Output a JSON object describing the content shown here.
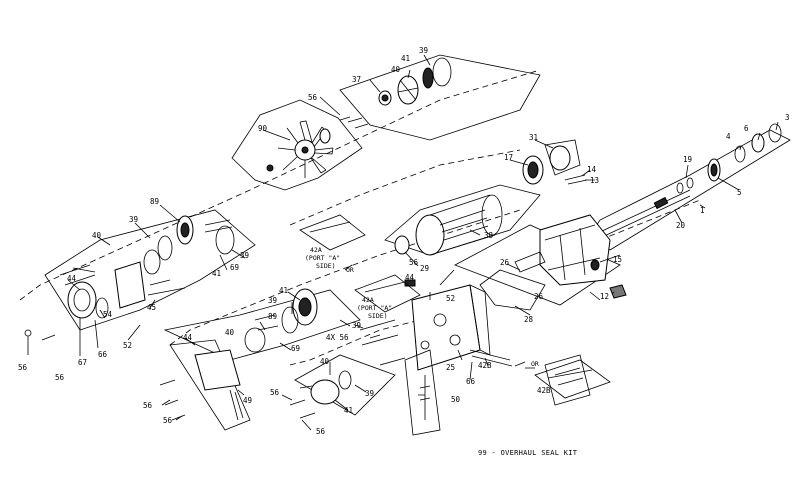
{
  "caption": "99 - OVERHAUL SEAL KIT",
  "callouts": [
    {
      "id": "c1",
      "text": "1"
    },
    {
      "id": "c3",
      "text": "3"
    },
    {
      "id": "c4",
      "text": "4"
    },
    {
      "id": "c5",
      "text": "5"
    },
    {
      "id": "c6",
      "text": "6"
    },
    {
      "id": "c12",
      "text": "12"
    },
    {
      "id": "c13",
      "text": "13"
    },
    {
      "id": "c14",
      "text": "14"
    },
    {
      "id": "c15",
      "text": "15"
    },
    {
      "id": "c17",
      "text": "17"
    },
    {
      "id": "c19",
      "text": "19"
    },
    {
      "id": "c20",
      "text": "20"
    },
    {
      "id": "c25",
      "text": "25"
    },
    {
      "id": "c26a",
      "text": "26"
    },
    {
      "id": "c26b",
      "text": "26"
    },
    {
      "id": "c28",
      "text": "28"
    },
    {
      "id": "c29",
      "text": "29"
    },
    {
      "id": "c31",
      "text": "31"
    },
    {
      "id": "c37",
      "text": "37"
    },
    {
      "id": "c38",
      "text": "38"
    },
    {
      "id": "c39a",
      "text": "39"
    },
    {
      "id": "c39b",
      "text": "39"
    },
    {
      "id": "c39c",
      "text": "39"
    },
    {
      "id": "c39d",
      "text": "39"
    },
    {
      "id": "c39e",
      "text": "39"
    },
    {
      "id": "c39f",
      "text": "39"
    },
    {
      "id": "c40a",
      "text": "40"
    },
    {
      "id": "c40b",
      "text": "40"
    },
    {
      "id": "c40c",
      "text": "40"
    },
    {
      "id": "c40d",
      "text": "40"
    },
    {
      "id": "c41a",
      "text": "41"
    },
    {
      "id": "c41b",
      "text": "41"
    },
    {
      "id": "c41c",
      "text": "41"
    },
    {
      "id": "c41d",
      "text": "41"
    },
    {
      "id": "c42b1",
      "text": "42B"
    },
    {
      "id": "c42b2",
      "text": "42B"
    },
    {
      "id": "c44a",
      "text": "44"
    },
    {
      "id": "c44b",
      "text": "44"
    },
    {
      "id": "c44c",
      "text": "44"
    },
    {
      "id": "c45",
      "text": "45"
    },
    {
      "id": "c49",
      "text": "49"
    },
    {
      "id": "c50",
      "text": "50"
    },
    {
      "id": "c52a",
      "text": "52"
    },
    {
      "id": "c52b",
      "text": "52"
    },
    {
      "id": "c54",
      "text": "54"
    },
    {
      "id": "c56a",
      "text": "56"
    },
    {
      "id": "c56b",
      "text": "56"
    },
    {
      "id": "c56c",
      "text": "56"
    },
    {
      "id": "c56d",
      "text": "56"
    },
    {
      "id": "c56e",
      "text": "56"
    },
    {
      "id": "c56f",
      "text": "56"
    },
    {
      "id": "c56g",
      "text": "56"
    },
    {
      "id": "c56h",
      "text": "56"
    },
    {
      "id": "c4x56",
      "text": "4X 56"
    },
    {
      "id": "c66a",
      "text": "66"
    },
    {
      "id": "c66b",
      "text": "66"
    },
    {
      "id": "c67",
      "text": "67"
    },
    {
      "id": "c69a",
      "text": "69"
    },
    {
      "id": "c69b",
      "text": "69"
    },
    {
      "id": "c89a",
      "text": "89"
    },
    {
      "id": "c89b",
      "text": "89"
    },
    {
      "id": "c90",
      "text": "90"
    }
  ],
  "port_labels": [
    {
      "id": "p1a",
      "text": "42A"
    },
    {
      "id": "p1b",
      "text": "(PORT \"A\""
    },
    {
      "id": "p1c",
      "text": "SIDE)"
    },
    {
      "id": "p2a",
      "text": "42A"
    },
    {
      "id": "p2b",
      "text": "(PORT \"A\""
    },
    {
      "id": "p2c",
      "text": "SIDE)"
    }
  ],
  "or_labels": [
    {
      "id": "or1",
      "text": "OR"
    },
    {
      "id": "or2",
      "text": "OR"
    }
  ]
}
